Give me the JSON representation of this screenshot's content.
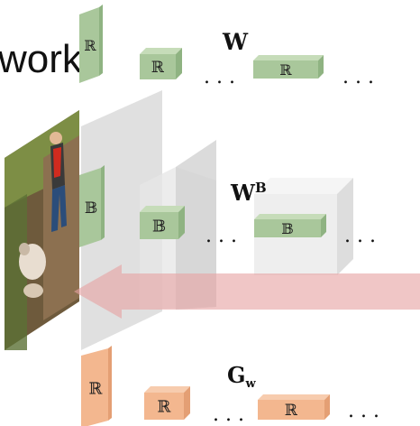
{
  "title_fragment": "work",
  "rows": {
    "top": {
      "label": "W",
      "cell_symbol": "ℝ",
      "ellipsis": ". . ."
    },
    "middle": {
      "label_main": "W",
      "label_sup": "B",
      "cell_symbol": "𝔹",
      "ellipsis": ". . ."
    },
    "bottom": {
      "label_main": "G",
      "label_sub": "w",
      "cell_symbol": "ℝ",
      "ellipsis": ". . ."
    }
  },
  "colors": {
    "green_front": "#a9c79b",
    "green_top": "#c6dcb9",
    "green_side": "#8fb382",
    "orange_front": "#f3b78f",
    "orange_top": "#f7ccae",
    "orange_side": "#e49f74",
    "gray_panel": "#d9d9d9",
    "arrow": "#e7a3a3"
  }
}
